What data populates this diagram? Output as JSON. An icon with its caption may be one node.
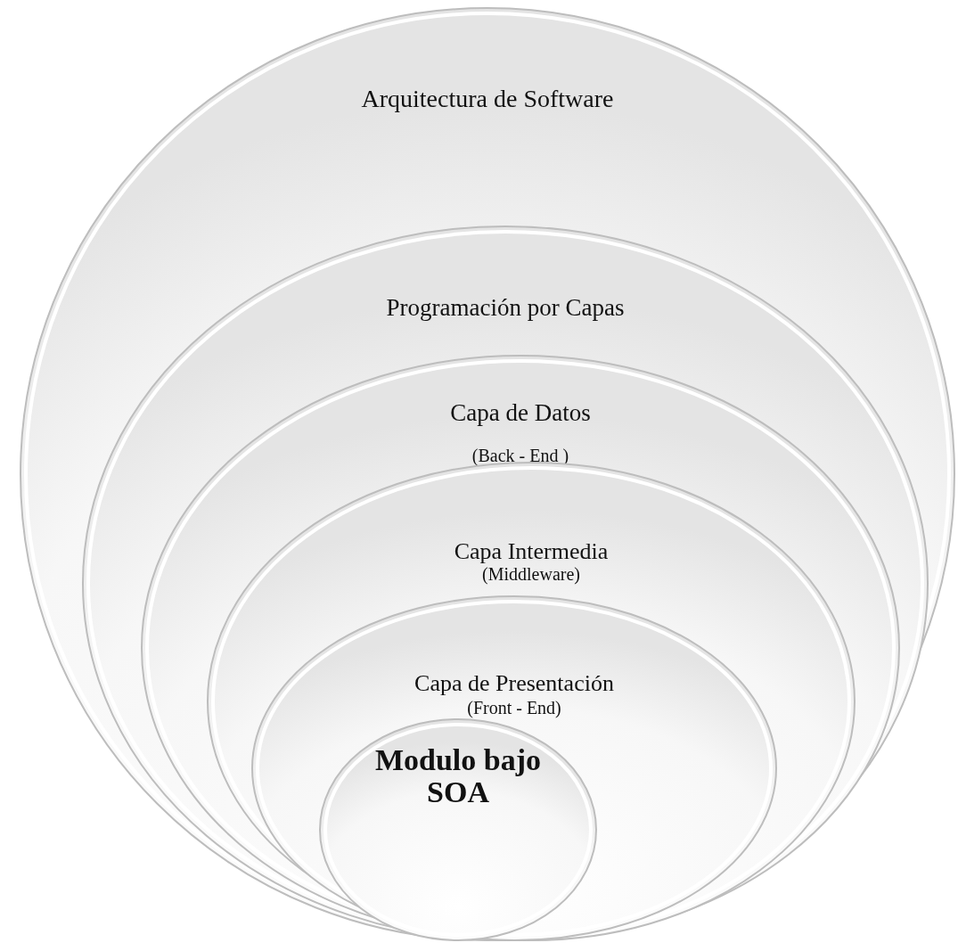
{
  "diagram": {
    "nodes": [
      {
        "text": [
          "Arquitectura de Software"
        ]
      },
      {
        "text": [
          "Programación por Capas"
        ],
        "in": 0
      },
      {
        "text": [
          "Capa de Datos",
          "(Back - End )"
        ],
        "in": 1
      },
      {
        "text": [
          "Capa Intermedia",
          "(Middleware)"
        ],
        "in": 2
      },
      {
        "text": [
          "Capa de Presentación",
          "(Front - End)"
        ],
        "in": 3
      },
      {
        "text": [
          "Modulo bajo SOA"
        ],
        "in": 4
      }
    ]
  }
}
